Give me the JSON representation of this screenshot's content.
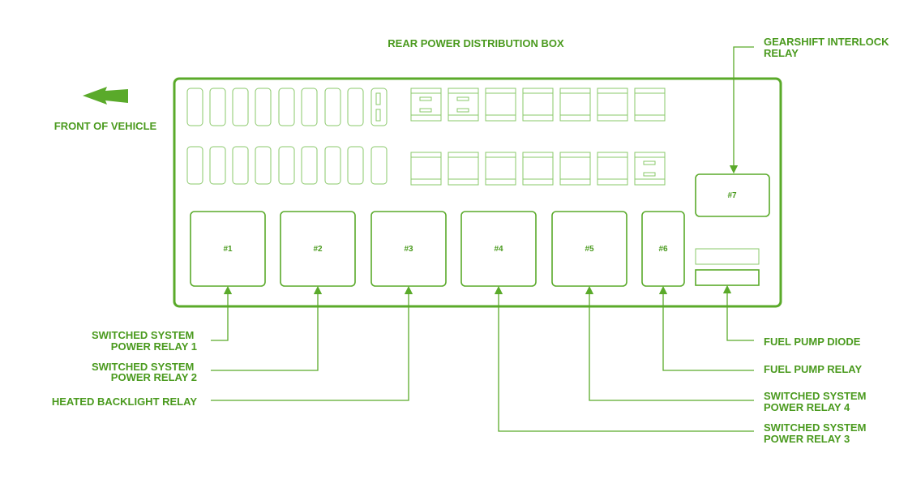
{
  "title": "REAR POWER DISTRIBUTION BOX",
  "front_label": "FRONT OF VEHICLE",
  "relays": [
    {
      "id": "#1",
      "label_lines": [
        "SWITCHED SYSTEM",
        "POWER RELAY 1"
      ]
    },
    {
      "id": "#2",
      "label_lines": [
        "SWITCHED SYSTEM",
        "POWER RELAY 2"
      ]
    },
    {
      "id": "#3",
      "label_lines": [
        "HEATED BACKLIGHT RELAY"
      ]
    },
    {
      "id": "#4",
      "label_lines": [
        "SWITCHED SYSTEM",
        "POWER RELAY 3"
      ]
    },
    {
      "id": "#5",
      "label_lines": [
        "SWITCHED SYSTEM",
        "POWER RELAY 4"
      ]
    },
    {
      "id": "#6",
      "label_lines": [
        "FUEL PUMP RELAY"
      ]
    },
    {
      "id": "#7",
      "label_lines": [
        "GEARSHIFT INTERLOCK",
        "RELAY"
      ]
    }
  ],
  "diode_label": "FUEL PUMP DIODE",
  "colors": {
    "accent": "#5aaa2a",
    "text": "#4a9a1e"
  }
}
